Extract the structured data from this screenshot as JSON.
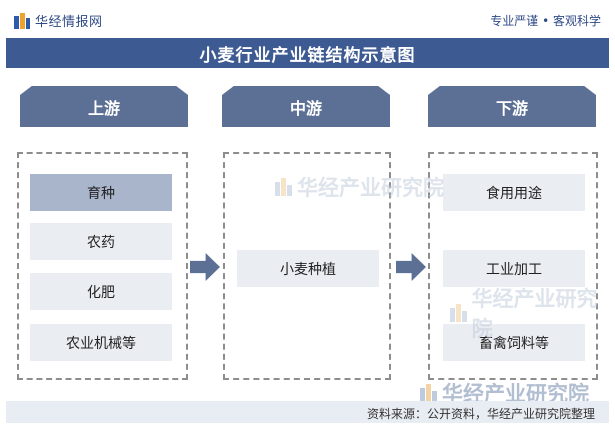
{
  "header": {
    "logo_text": "华经情报网",
    "slogan": "专业严谨 • 客观科学"
  },
  "title": "小麦行业产业链结构示意图",
  "columns": [
    {
      "label": "上游",
      "items": [
        "育种",
        "农药",
        "化肥",
        "农业机械等"
      ]
    },
    {
      "label": "中游",
      "items": [
        "小麦种植"
      ]
    },
    {
      "label": "下游",
      "items": [
        "食用用途",
        "工业加工",
        "畜禽饲料等"
      ]
    }
  ],
  "footer": {
    "source": "资料来源：公开资料，华经产业研究院整理"
  },
  "watermark": "华经产业研究院",
  "colors": {
    "title_bar": "#3d5a92",
    "header_block": "#5c6f94",
    "item_bg": "#eaedf1",
    "item_selected_bg": "#a9b5cb",
    "brand_blue": "#2e5aa8",
    "brand_orange": "#f0a22e"
  }
}
